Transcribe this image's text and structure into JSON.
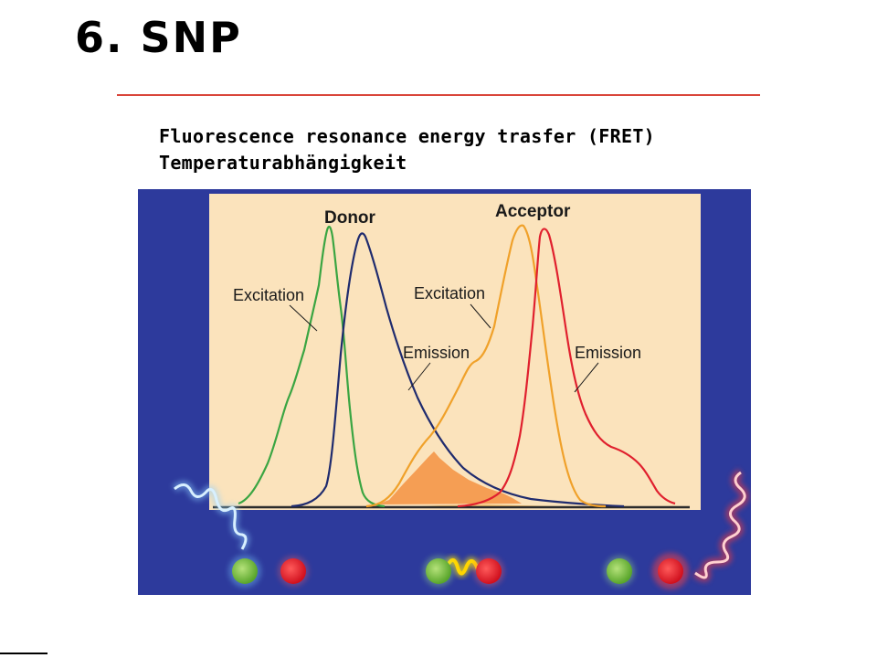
{
  "slide": {
    "title": "6. SNP",
    "subtitle_line1": "Fluorescence resonance energy trasfer (FRET)",
    "subtitle_line2": "Temperaturabhängigkeit"
  },
  "figure": {
    "donor_label": "Donor",
    "acceptor_label": "Acceptor",
    "donor_excitation_label": "Excitation",
    "donor_emission_label": "Emission",
    "acceptor_excitation_label": "Excitation",
    "acceptor_emission_label": "Emission",
    "colors": {
      "background": "#2d3a9c",
      "panel": "#fbe3bc",
      "donor_excitation": "#3aa542",
      "donor_emission": "#1f2b6e",
      "acceptor_excitation": "#f0a12a",
      "acceptor_emission": "#e0202e",
      "overlap_fill": "#f49a4e",
      "green_dot": "#74be3a",
      "red_dot": "#e6202e"
    }
  }
}
